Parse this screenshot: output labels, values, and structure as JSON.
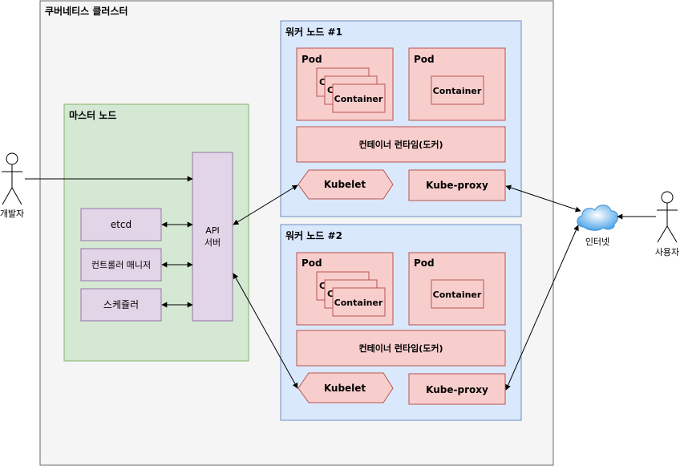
{
  "cluster": {
    "title": "쿠버네티스 클러스터"
  },
  "master": {
    "title": "마스터 노드",
    "api_server": {
      "line1": "API",
      "line2": "서버"
    },
    "components": [
      "etcd",
      "컨트롤러 매니저",
      "스케쥴러"
    ]
  },
  "workers": [
    {
      "title": "워커 노드 #1",
      "pod_label": "Pod",
      "container_label": "Container",
      "container_partial": "C",
      "runtime": "컨테이너 런타임(도커)",
      "kubelet": "Kubelet",
      "kube_proxy": "Kube-proxy"
    },
    {
      "title": "워커 노드 #2",
      "pod_label": "Pod",
      "container_label": "Container",
      "container_partial": "C",
      "runtime": "컨테이너 런타임(도커)",
      "kubelet": "Kubelet",
      "kube_proxy": "Kube-proxy"
    }
  ],
  "actors": {
    "developer": "개발자",
    "user": "사용자"
  },
  "internet": {
    "label": "인터넷"
  },
  "colors": {
    "cluster_fill": "#f5f5f5",
    "master_fill": "#d5e8d4",
    "master_stroke": "#82b366",
    "component_fill": "#e1d5e7",
    "component_stroke": "#9673a6",
    "worker_fill": "#dae8fc",
    "worker_stroke": "#6c8ebf",
    "pod_fill": "#f8cecc",
    "pod_stroke": "#b85450"
  }
}
